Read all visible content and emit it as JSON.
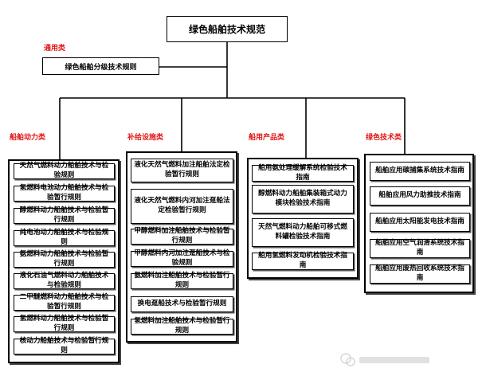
{
  "root": {
    "title": "绿色船舶技术规范"
  },
  "general": {
    "label": "通用类",
    "item": "绿色船舶分级技术规则"
  },
  "columns": [
    {
      "label": "船舶动力类",
      "items": [
        "天然气燃料动力船舶技术与检验规则",
        "氢燃料电池动力船舶技术与检验暂行规则",
        "醇燃料动力船舶技术与检验暂行规则",
        "纯电池动力船舶技术与检验规则",
        "氨燃料动力船舶技术与检验暂行规则",
        "液化石油气燃料动力船舶技术与检验规则",
        "二甲醚燃料动力船舶技术与检验暂行规则",
        "氢燃料动力船舶技术与检验暂行规则",
        "核动力船舶技术与检验暂行规则"
      ]
    },
    {
      "label": "补给设施类",
      "items": [
        "液化天然气燃料加注船舶法定检验暂行规则",
        "液化天然气燃料内河加注趸船法定检验暂行规则",
        "甲醇燃料加注船舶技术与检验暂行规则",
        "甲醇燃料内河加注趸船技术与检验规则",
        "氨燃料加注船舶技术与检验暂行规则",
        "换电趸船技术与检验暂行规则",
        "氢燃料加注船舶技术与检验暂行规则"
      ]
    },
    {
      "label": "船用产品类",
      "items": [
        "船用氨处理缓解系统检验技术指南",
        "醇燃料动力船舶集装箱式动力模块检验技术指南",
        "天然气燃料动力船舶可移式燃料罐检验技术指南",
        "船用氢燃料发动机检验技术指南"
      ]
    },
    {
      "label": "绿色技术类",
      "items": [
        "船舶应用碳捕集系统技术指南",
        "船舶应用风力助推技术指南",
        "船舶应用太阳能发电技术指南",
        "船舶应用空气润滑系统技术指南",
        "船舶应用废热回收系统技术指南"
      ]
    }
  ]
}
